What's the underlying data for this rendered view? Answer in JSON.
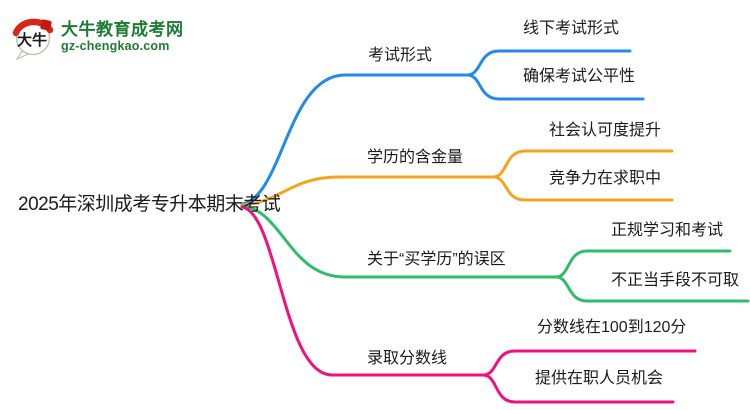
{
  "logo": {
    "icon_text": "大牛",
    "site_name": "大牛教育成考网",
    "site_domain": "gz-chengkao.com",
    "brand_green": "#1e7b33",
    "icon_red": "#d9261a"
  },
  "mindmap": {
    "root": "2025年深圳成考专升本期末考试",
    "branches": [
      {
        "label": "考试形式",
        "color": "#2389ea",
        "children": [
          "线下考试形式",
          "确保考试公平性"
        ]
      },
      {
        "label": "学历的含金量",
        "color": "#f6a41f",
        "children": [
          "社会认可度提升",
          "竞争力在求职中"
        ]
      },
      {
        "label": "关于“买学历”的误区",
        "color": "#2ebd6b",
        "children": [
          "正规学习和考试",
          "不正当手段不可取"
        ]
      },
      {
        "label": "录取分数线",
        "color": "#f0127c",
        "children": [
          "分数线在100到120分",
          "提供在职人员机会"
        ]
      }
    ]
  }
}
